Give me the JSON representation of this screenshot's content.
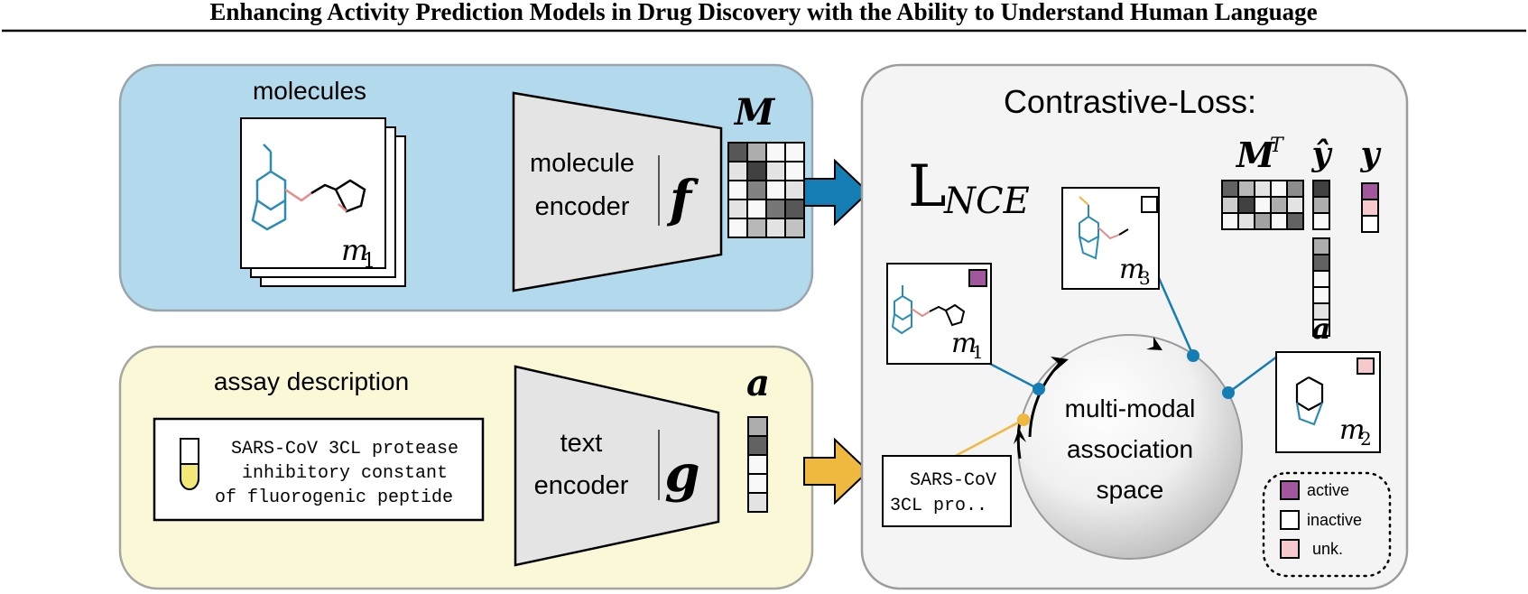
{
  "header": {
    "title": "Enhancing Activity Prediction Models in Drug Discovery with the Ability to Understand Human Language"
  },
  "molecule_panel": {
    "label": "molecules",
    "stack_label": "m",
    "stack_sub": "1",
    "encoder_label_1": "molecule",
    "encoder_label_2": "encoder",
    "encoder_fn": "f",
    "matrix_label": "M",
    "color": "#b3d9ec",
    "matrix": [
      [
        0.75,
        0.35,
        0.0,
        0.0
      ],
      [
        0.1,
        0.85,
        0.1,
        0.0
      ],
      [
        0.0,
        0.55,
        0.0,
        0.1
      ],
      [
        0.1,
        0.0,
        0.6,
        0.75
      ],
      [
        0.0,
        0.3,
        0.1,
        0.25
      ]
    ]
  },
  "text_panel": {
    "label": "assay description",
    "assay_lines": [
      "SARS-CoV 3CL protease",
      "inhibitory constant",
      "of fluorogenic peptide"
    ],
    "encoder_label_1": "text",
    "encoder_label_2": "encoder",
    "encoder_fn": "g",
    "vector_label": "a",
    "color": "#fbf8d8",
    "vector": [
      0.35,
      0.7,
      0.0,
      0.0,
      0.1
    ]
  },
  "contrastive_panel": {
    "title": "Contrastive-Loss:",
    "loss_main": "L",
    "loss_sub": "NCE",
    "mt_label": "M",
    "mt_sup": "T",
    "yhat_label": "ŷ",
    "y_label": "y",
    "a_label": "a",
    "space_label": [
      "multi-modal",
      "association",
      "space"
    ],
    "snippet_lines": [
      "SARS-CoV",
      "3CL pro.."
    ],
    "m1": {
      "label": "m",
      "sub": "1",
      "status": "active"
    },
    "m2": {
      "label": "m",
      "sub": "2",
      "status": "unk."
    },
    "m3": {
      "label": "m",
      "sub": "3",
      "status": "inactive"
    },
    "mt_matrix": [
      [
        0.7,
        0.3,
        0.1,
        0.0,
        0.5
      ],
      [
        0.2,
        0.85,
        0.0,
        0.35,
        0.1
      ],
      [
        0.0,
        0.1,
        0.4,
        0.0,
        0.7
      ],
      [
        0.0,
        0.0,
        0.05,
        0.25,
        0.0
      ]
    ],
    "yhat": [
      0.85,
      0.35,
      0.0
    ],
    "y_colors": [
      "#a0579c",
      "#f6c9cc",
      "#ffffff"
    ],
    "a_vector": [
      0.35,
      0.7,
      0.0,
      0.0,
      0.1
    ]
  },
  "legend": [
    {
      "label": "active",
      "color": "#a0579c"
    },
    {
      "label": "inactive",
      "color": "#ffffff"
    },
    {
      "label": "unk.",
      "color": "#f6c9cc"
    }
  ],
  "colors": {
    "molecule_bond": "#2a8cb4",
    "oxygen_bond": "#e88a8a",
    "orange_arrow": "#efb83f",
    "blue_arrow": "#137db4",
    "connector_blue": "#137db4",
    "connector_orange": "#efb83f",
    "panel_gray": "#f4f4f4"
  }
}
